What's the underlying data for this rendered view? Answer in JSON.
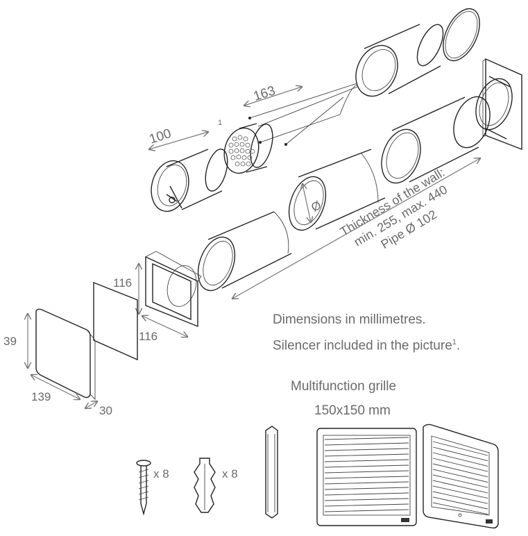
{
  "dimensions": {
    "fan_length": "100",
    "rod_length": "163",
    "silencer_note_marker": "1",
    "frame_height": "116",
    "frame_width": "116",
    "cover_height": "39",
    "cover_width": "139",
    "cover_depth": "30",
    "diameter_symbol": "Ø"
  },
  "wall_note": {
    "line1": "Thickness of the wall:",
    "line2": "min. 255, max. 440",
    "line3": "Pipe Ø 102"
  },
  "notes": {
    "units": "Dimensions in millimetres.",
    "silencer": "Silencer included in the picture",
    "silencer_sup": "1",
    "silencer_end": "."
  },
  "grille": {
    "title": "Multifunction grille",
    "size": "150x150 mm"
  },
  "accessories": {
    "screws_qty": "x 8",
    "dowels_qty": "x 8"
  }
}
